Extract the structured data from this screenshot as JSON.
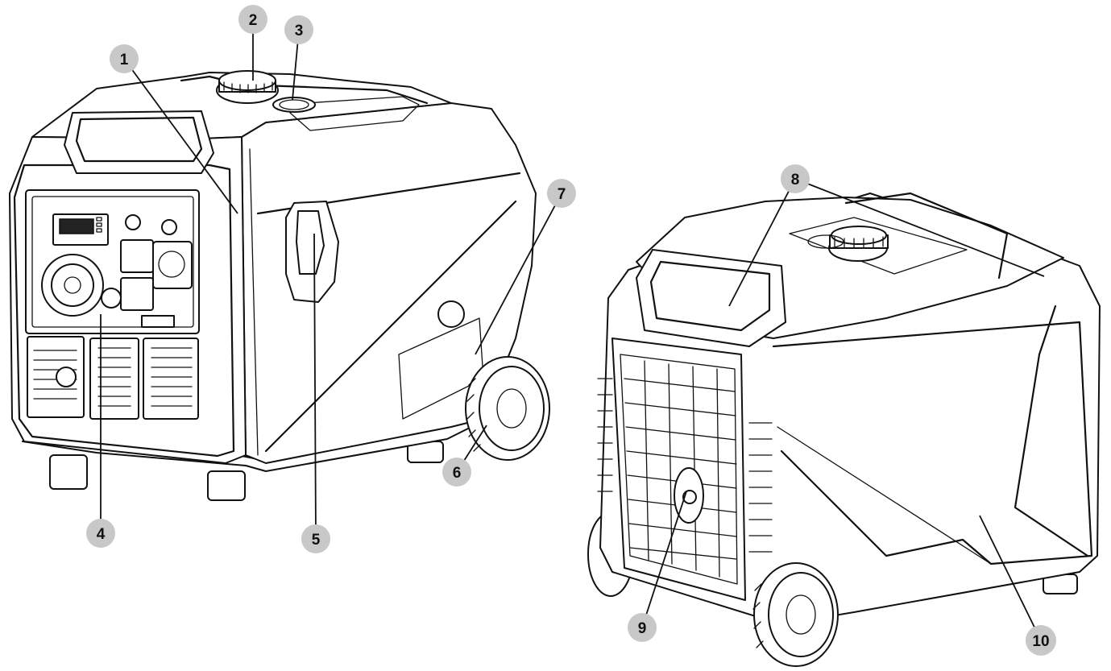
{
  "callouts": [
    {
      "number": "1"
    },
    {
      "number": "2"
    },
    {
      "number": "3"
    },
    {
      "number": "4"
    },
    {
      "number": "5"
    },
    {
      "number": "6"
    },
    {
      "number": "7"
    },
    {
      "number": "8"
    },
    {
      "number": "9"
    },
    {
      "number": "10"
    }
  ],
  "colors": {
    "callout_fill": "#c8c8c8",
    "line": "#111111",
    "background": "#ffffff"
  }
}
